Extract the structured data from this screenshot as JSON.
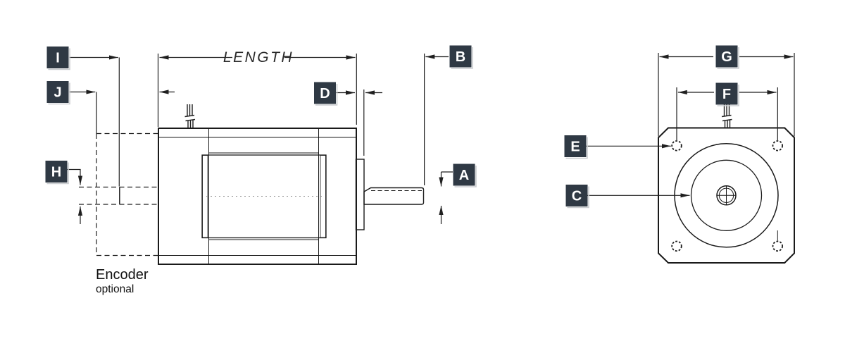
{
  "labels": {
    "length": "LENGTH",
    "encoder": "Encoder",
    "encoder_note": "optional"
  },
  "markers": {
    "i": "I",
    "j": "J",
    "h": "H",
    "d": "D",
    "b": "B",
    "a": "A",
    "e": "E",
    "c": "C",
    "g": "G",
    "f": "F"
  },
  "colors": {
    "label_bg": "#2f3944",
    "label_text": "#ffffff",
    "line": "#1f1f1f",
    "body_fill": "#ececec",
    "background": "#ffffff"
  }
}
